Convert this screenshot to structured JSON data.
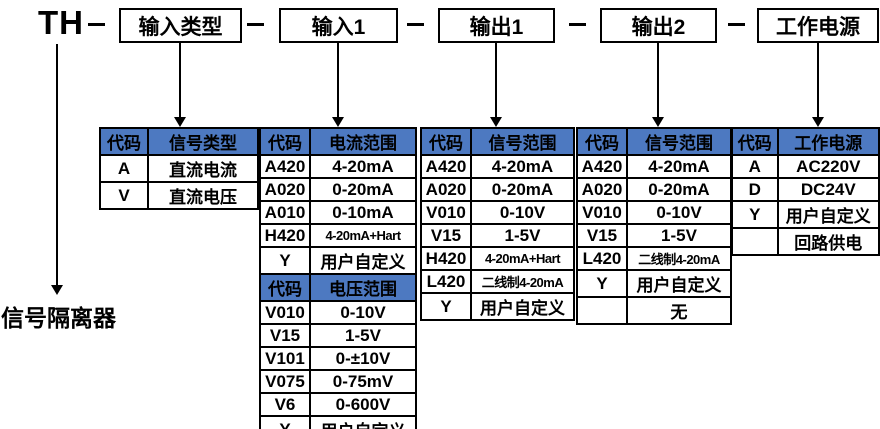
{
  "prefix": "TH",
  "root_label": "信号隔离器",
  "colors": {
    "header_bg": "#4d79c1",
    "border": "#000000",
    "background": "#ffffff"
  },
  "boxes": [
    {
      "label": "输入类型"
    },
    {
      "label": "输入1"
    },
    {
      "label": "输出1"
    },
    {
      "label": "输出2"
    },
    {
      "label": "工作电源"
    }
  ],
  "tables": [
    {
      "name": "input-type-table",
      "sections": [
        {
          "header": [
            "代码",
            "信号类型"
          ],
          "rows": [
            [
              "A",
              "直流电流"
            ],
            [
              "V",
              "直流电压"
            ]
          ]
        }
      ]
    },
    {
      "name": "input1-table",
      "sections": [
        {
          "header": [
            "代码",
            "电流范围"
          ],
          "rows": [
            [
              "A420",
              "4-20mA"
            ],
            [
              "A020",
              "0-20mA"
            ],
            [
              "A010",
              "0-10mA"
            ],
            [
              "H420",
              "4-20mA+Hart"
            ],
            [
              "Y",
              "用户自定义"
            ]
          ]
        },
        {
          "header": [
            "代码",
            "电压范围"
          ],
          "rows": [
            [
              "V010",
              "0-10V"
            ],
            [
              "V15",
              "1-5V"
            ],
            [
              "V101",
              "0-±10V"
            ],
            [
              "V075",
              "0-75mV"
            ],
            [
              "V6",
              "0-600V"
            ],
            [
              "Y",
              "用户自定义"
            ]
          ]
        }
      ]
    },
    {
      "name": "output1-table",
      "sections": [
        {
          "header": [
            "代码",
            "信号范围"
          ],
          "rows": [
            [
              "A420",
              "4-20mA"
            ],
            [
              "A020",
              "0-20mA"
            ],
            [
              "V010",
              "0-10V"
            ],
            [
              "V15",
              "1-5V"
            ],
            [
              "H420",
              "4-20mA+Hart"
            ],
            [
              "L420",
              "二线制4-20mA"
            ],
            [
              "Y",
              "用户自定义"
            ]
          ]
        }
      ]
    },
    {
      "name": "output2-table",
      "sections": [
        {
          "header": [
            "代码",
            "信号范围"
          ],
          "rows": [
            [
              "A420",
              "4-20mA"
            ],
            [
              "A020",
              "0-20mA"
            ],
            [
              "V010",
              "0-10V"
            ],
            [
              "V15",
              "1-5V"
            ],
            [
              "L420",
              "二线制4-20mA"
            ],
            [
              "Y",
              "用户自定义"
            ],
            [
              "",
              "无"
            ]
          ]
        }
      ]
    },
    {
      "name": "power-table",
      "sections": [
        {
          "header": [
            "代码",
            "工作电源"
          ],
          "rows": [
            [
              "A",
              "AC220V"
            ],
            [
              "D",
              "DC24V"
            ],
            [
              "Y",
              "用户自定义"
            ],
            [
              "",
              "回路供电"
            ]
          ]
        }
      ]
    }
  ]
}
